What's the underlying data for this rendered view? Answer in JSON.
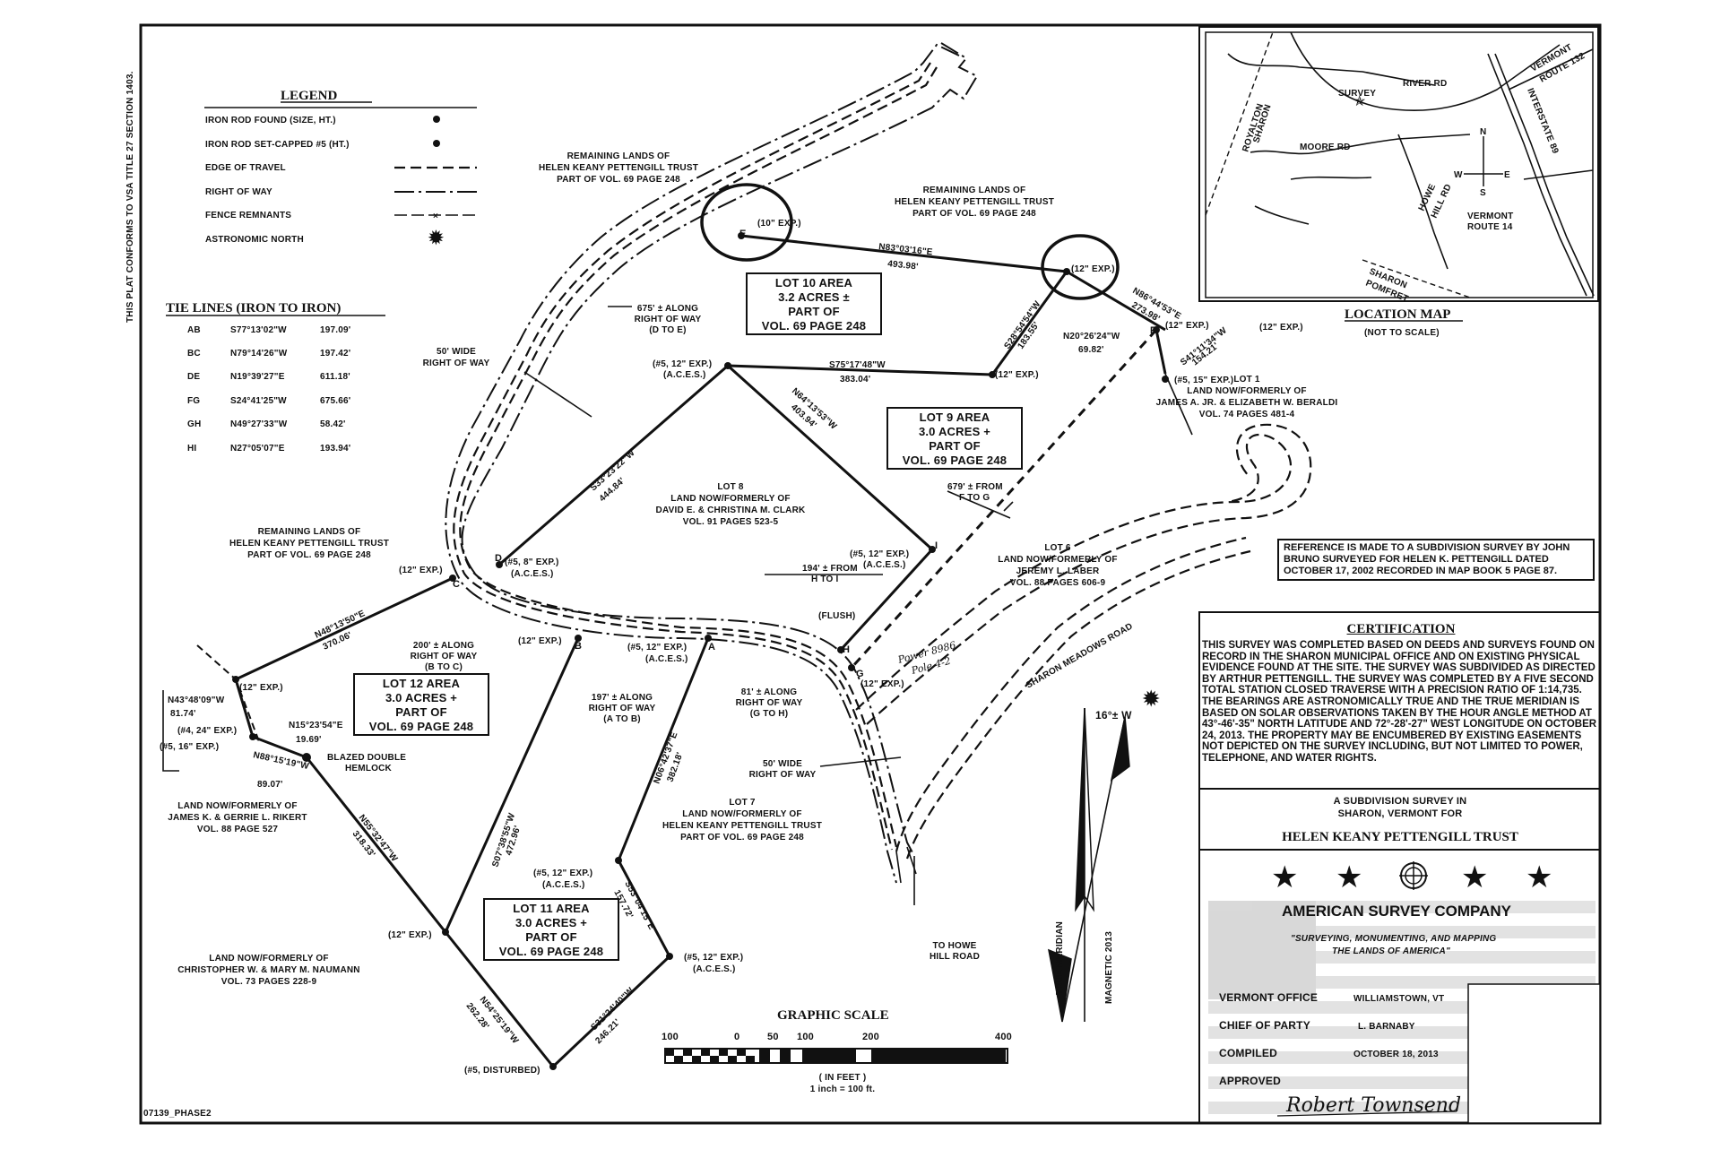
{
  "side_note": "THIS PLAT CONFORMS TO VSA TITLE 27 SECTION 1403.",
  "drawing_id": "07139_PHASE2",
  "legend": {
    "title": "LEGEND",
    "items": [
      {
        "label": "IRON ROD FOUND (SIZE, HT.)",
        "symbol": "dot"
      },
      {
        "label": "IRON ROD SET-CAPPED #5 (HT.)",
        "symbol": "dot"
      },
      {
        "label": "EDGE OF TRAVEL",
        "symbol": "dash"
      },
      {
        "label": "RIGHT OF WAY",
        "symbol": "row"
      },
      {
        "label": "FENCE REMNANTS",
        "symbol": "fence"
      },
      {
        "label": "ASTRONOMIC NORTH",
        "symbol": "star"
      }
    ]
  },
  "tie_lines": {
    "title": "TIE LINES (IRON TO IRON)",
    "rows": [
      {
        "id": "AB",
        "bearing": "S77°13'02\"W",
        "dist": "197.09'"
      },
      {
        "id": "BC",
        "bearing": "N79°14'26\"W",
        "dist": "197.42'"
      },
      {
        "id": "DE",
        "bearing": "N19°39'27\"E",
        "dist": "611.18'"
      },
      {
        "id": "FG",
        "bearing": "S24°41'25\"W",
        "dist": "675.66'"
      },
      {
        "id": "GH",
        "bearing": "N49°27'33\"W",
        "dist": "58.42'"
      },
      {
        "id": "HI",
        "bearing": "N27°05'07\"E",
        "dist": "193.94'"
      }
    ]
  },
  "location_map": {
    "title": "LOCATION MAP",
    "subtitle": "(NOT TO SCALE)",
    "labels": {
      "survey": "SURVEY",
      "river_rd": "RIVER RD",
      "moore_rd": "MOORE RD",
      "royalton": "ROYALTON",
      "sharon": "SHARON",
      "howe_hill_rd_1": "HOWE",
      "howe_hill_rd_2": "HILL RD",
      "sharon2": "SHARON",
      "pomfret": "POMFRET",
      "vt132_1": "VERMONT",
      "vt132_2": "ROUTE 132",
      "i89": "INTERSTATE 89",
      "vt14_1": "VERMONT",
      "vt14_2": "ROUTE 14",
      "n": "N",
      "s": "S",
      "e": "E",
      "w": "W"
    }
  },
  "lots": [
    {
      "id": "lot10",
      "lines": [
        "LOT 10 AREA",
        "3.2 ACRES ±",
        "PART OF",
        "VOL. 69 PAGE 248"
      ]
    },
    {
      "id": "lot9",
      "lines": [
        "LOT 9 AREA",
        "3.0 ACRES +",
        "PART OF",
        "VOL. 69 PAGE 248"
      ]
    },
    {
      "id": "lot12",
      "lines": [
        "LOT 12 AREA",
        "3.0 ACRES +",
        "PART OF",
        "VOL. 69 PAGE 248"
      ]
    },
    {
      "id": "lot11",
      "lines": [
        "LOT 11 AREA",
        "3.0 ACRES +",
        "PART OF",
        "VOL. 69 PAGE 248"
      ]
    }
  ],
  "owners": {
    "rem1": [
      "REMAINING LANDS OF",
      "HELEN KEANY PETTENGILL TRUST",
      "PART OF VOL. 69 PAGE 248"
    ],
    "rem2": [
      "REMAINING LANDS OF",
      "HELEN KEANY PETTENGILL TRUST",
      "PART OF VOL. 69 PAGE 248"
    ],
    "rem3": [
      "REMAINING LANDS OF",
      "HELEN KEANY PETTENGILL TRUST",
      "PART OF VOL. 69 PAGE 248"
    ],
    "lot1": [
      "LOT 1",
      "LAND NOW/FORMERLY OF",
      "JAMES A. JR. & ELIZABETH W. BERALDI",
      "VOL. 74 PAGES 481-4"
    ],
    "lot8": [
      "LOT 8",
      "LAND NOW/FORMERLY OF",
      "DAVID E. & CHRISTINA M. CLARK",
      "VOL. 91 PAGES 523-5"
    ],
    "lot6": [
      "LOT 6",
      "LAND NOW/FORMERLY OF",
      "JEREMY L. LABER",
      "VOL. 88 PAGES 606-9"
    ],
    "lot7": [
      "LOT 7",
      "LAND NOW/FORMERLY OF",
      "HELEN KEANY PETTENGILL TRUST",
      "PART OF VOL. 69 PAGE 248"
    ],
    "rikert": [
      "LAND NOW/FORMERLY OF",
      "JAMES K. & GERRIE L. RIKERT",
      "VOL. 88 PAGE 527"
    ],
    "naumann": [
      "LAND NOW/FORMERLY OF",
      "CHRISTOPHER W. & MARY M. NAUMANN",
      "VOL. 73 PAGES 228-9"
    ]
  },
  "courses": {
    "n83": "N83°03'16\"E",
    "d493": "493.98'",
    "n86": "N86°44'53\"E",
    "d273": "273.98'",
    "s28": "S28°54'54\"W",
    "d183": "183.55'",
    "n20": "N20°26'24\"W",
    "d69": "69.82'",
    "s41": "S41°11'34\"W",
    "d154": "154.21'",
    "s75": "S75°17'48\"W",
    "d383": "383.04'",
    "s33": "S33°23'22\"W",
    "d444": "444.84'",
    "n64": "N64°13'53\"W",
    "d403": "403.94'",
    "n48": "N48°13'50\"E",
    "d370": "370.06'",
    "n43": "N43°48'09\"W",
    "d81": "81.74'",
    "n15": "N15°23'54\"E",
    "d19": "19.69'",
    "n88": "N88°15'19\"W",
    "d89": "89.07'",
    "n55": "N55°32'47\"W",
    "d318": "318.33'",
    "s07": "S07°38'55\"W",
    "d472": "472.96'",
    "n06": "N06°42'37\"E",
    "d382": "382.18'",
    "s53": "S53°04'15\"E",
    "d157": "157.72'",
    "n54": "N54°25'19\"W",
    "d262": "262.28'",
    "s31": "S31°24'40\"W",
    "d246": "246.21'"
  },
  "notes": {
    "row50a": [
      "50' WIDE",
      "RIGHT OF WAY"
    ],
    "row50b": [
      "50' WIDE",
      "RIGHT OF WAY"
    ],
    "along675": [
      "675' ± ALONG",
      "RIGHT OF WAY",
      "(D TO E)"
    ],
    "from679": [
      "679' ± FROM",
      "F TO G"
    ],
    "from194": [
      "194' ± FROM",
      "H TO I"
    ],
    "along200": [
      "200' ± ALONG",
      "RIGHT OF WAY",
      "(B TO C)"
    ],
    "along197": [
      "197' ± ALONG",
      "RIGHT OF WAY",
      "(A TO B)"
    ],
    "along81": [
      "81' ± ALONG",
      "RIGHT OF WAY",
      "(G TO H)"
    ],
    "hemlock": [
      "BLAZED DOUBLE",
      "HEMLOCK"
    ],
    "to_howe": [
      "TO HOWE",
      "HILL ROAD"
    ],
    "sharon_meadows": "SHARON MEADOWS ROAD",
    "flush": "(FLUSH)",
    "power_pole": [
      "Power 8986",
      "Pole 4-2"
    ]
  },
  "monuments": {
    "e10": "(10\" EXP.)",
    "p12a": "(12\" EXP.)",
    "f12": "(12\" EXP.)",
    "p12b": "(12\" EXP.)",
    "n5_15": "(#5, 15\" EXP.)",
    "p12c": "(12\" EXP.)",
    "n5_12a": "(#5, 12\" EXP.)",
    "aces1": "(A.C.E.S.)",
    "n5_12i": "(#5, 12\" EXP.)",
    "aces_i": "(A.C.E.S.)",
    "n5_8": "(#5, 8\" EXP.)",
    "aces_d": "(A.C.E.S.)",
    "c12": "(12\" EXP.)",
    "b12": "(12\" EXP.)",
    "n5_12_a": "(#5, 12\" EXP.)",
    "aces_a": "(A.C.E.S.)",
    "g12": "(12\" EXP.)",
    "p12d": "(12\" EXP.)",
    "n4_24": "(#4, 24\" EXP.)",
    "n5_16": "(#5, 16\" EXP.)",
    "n5_12b": "(#5, 12\" EXP.)",
    "aces_b": "(A.C.E.S.)",
    "n5_12c": "(#5, 12\" EXP.)",
    "aces_c": "(A.C.E.S.)",
    "p12e": "(12\" EXP.)",
    "disturbed": "(#5, DISTURBED)"
  },
  "points": {
    "e": "E",
    "f": "F",
    "d": "D",
    "c": "C",
    "b": "B",
    "a": "A",
    "i": "I",
    "h": "H",
    "g": "G"
  },
  "north": {
    "declination": "16°± W",
    "true": "TRUE MERIDIAN",
    "magnetic": "MAGNETIC 2013"
  },
  "scale": {
    "title": "GRAPHIC SCALE",
    "ticks": [
      "100",
      "0",
      "50",
      "100",
      "200",
      "400"
    ],
    "unit": "( IN FEET )",
    "ratio": "1 inch = 100 ft."
  },
  "reference": "REFERENCE IS MADE TO A SUBDIVISION SURVEY BY JOHN BRUNO SURVEYED FOR HELEN K. PETTENGILL DATED OCTOBER 17, 2002 RECORDED IN MAP BOOK 5 PAGE 87.",
  "certification": {
    "title": "CERTIFICATION",
    "text": "THIS SURVEY WAS COMPLETED BASED ON DEEDS AND SURVEYS FOUND ON RECORD IN THE SHARON MUNICIPAL OFFICE AND ON EXISTING PHYSICAL EVIDENCE FOUND AT THE SITE. THE SURVEY WAS SUBDIVIDED AS DIRECTED BY ARTHUR PETTENGILL. THE SURVEY WAS COMPLETED BY A FIVE SECOND TOTAL STATION CLOSED TRAVERSE WITH A PRECISION RATIO OF 1:14,735. THE BEARINGS ARE ASTRONOMICALLY TRUE AND THE TRUE MERIDIAN IS BASED ON SOLAR OBSERVATIONS TAKEN BY THE HOUR ANGLE METHOD AT 43°-46'-35\" NORTH LATITUDE AND 72°-28'-27\" WEST LONGITUDE ON OCTOBER 24, 2013. THE PROPERTY MAY BE ENCUMBERED BY EXISTING EASEMENTS NOT DEPICTED ON THE SURVEY INCLUDING, BUT NOT LIMITED TO POWER, TELEPHONE, AND WATER RIGHTS."
  },
  "title_block": {
    "line1": "A SUBDIVISION SURVEY IN",
    "line2": "SHARON, VERMONT FOR",
    "client": "HELEN KEANY PETTENGILL TRUST",
    "company": "AMERICAN SURVEY COMPANY",
    "motto1": "\"SURVEYING, MONUMENTING, AND MAPPING",
    "motto2": "THE LANDS OF AMERICA\"",
    "office_label": "VERMONT OFFICE",
    "office_value": "WILLIAMSTOWN, VT",
    "chief_label": "CHIEF OF PARTY",
    "chief_value": "L. BARNABY",
    "compiled_label": "COMPILED",
    "compiled_value": "OCTOBER 18, 2013",
    "approved_label": "APPROVED",
    "signature": "Robert Townsend"
  }
}
